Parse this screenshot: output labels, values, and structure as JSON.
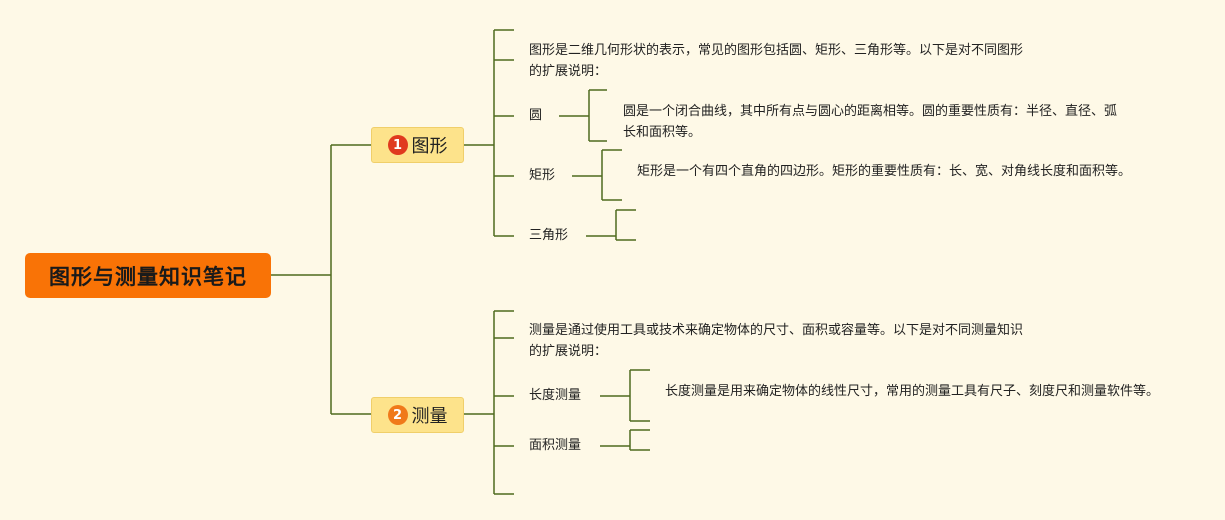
{
  "root": {
    "title": "图形与测量知识笔记"
  },
  "branches": [
    {
      "number": "1",
      "label": "图形",
      "badge_color": "#e03a1e",
      "intro": "图形是二维几何形状的表示，常见的图形包括圆、矩形、三角形等。以下是对不同图形的扩展说明：",
      "items": [
        {
          "label": "圆",
          "detail": "圆是一个闭合曲线，其中所有点与圆心的距离相等。圆的重要性质有：半径、直径、弧长和面积等。"
        },
        {
          "label": "矩形",
          "detail": "矩形是一个有四个直角的四边形。矩形的重要性质有：长、宽、对角线长度和面积等。"
        },
        {
          "label": "三角形",
          "detail": ""
        }
      ]
    },
    {
      "number": "2",
      "label": "测量",
      "badge_color": "#f07a1a",
      "intro": "测量是通过使用工具或技术来确定物体的尺寸、面积或容量等。以下是对不同测量知识的扩展说明：",
      "items": [
        {
          "label": "长度测量",
          "detail": "长度测量是用来确定物体的线性尺寸，常用的测量工具有尺子、刻度尺和测量软件等。"
        },
        {
          "label": "面积测量",
          "detail": ""
        }
      ]
    }
  ],
  "colors": {
    "line": "#4f6b1f",
    "root": "#f97306",
    "topic": "#fde38b",
    "background": "#fef9e7"
  }
}
